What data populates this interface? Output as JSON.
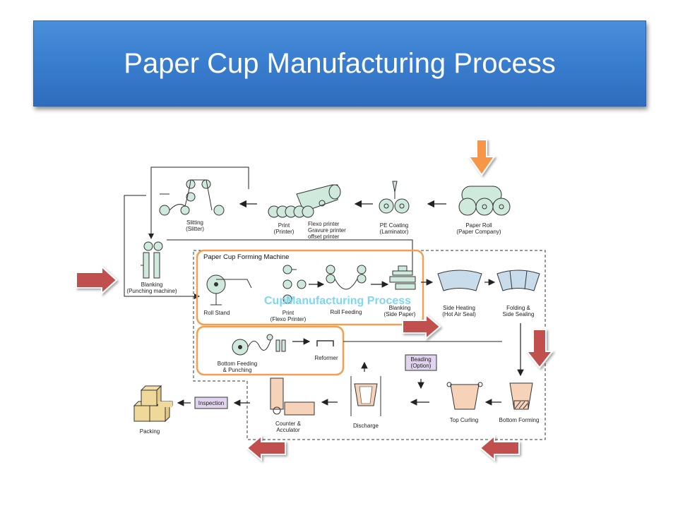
{
  "title": "Paper Cup Manufacturing Process",
  "overlay_text": "CupManufacturing Process",
  "forming_machine_label": "Paper Cup Forming Machine",
  "stages": {
    "paper_roll": [
      "Paper Roll",
      "(Paper Company)"
    ],
    "pe_coating": [
      "PE Coating",
      "(Laminator)"
    ],
    "print_printer": [
      "Print",
      "(Printer)"
    ],
    "printer_types": [
      "Flexo printer",
      "Gravure printer",
      "offset printer"
    ],
    "slitting": [
      "Slitting",
      "(Slitter)"
    ],
    "blanking_punch": [
      "Blanking",
      "(Punching machine)"
    ],
    "roll_stand": [
      "Roll Stand"
    ],
    "print_flexo": [
      "Print",
      "(Flexo Printer)"
    ],
    "roll_feeding": [
      "Roll Feeding"
    ],
    "blanking_side": [
      "Blanking",
      "(Side Paper)"
    ],
    "side_heating": [
      "Side Heating",
      "(Hot Air Seal)"
    ],
    "folding": [
      "Folding &",
      "Side Sealing"
    ],
    "bottom_feeding": [
      "Bottom Feeding",
      "& Punching"
    ],
    "reformer": [
      "Reformer"
    ],
    "beading": [
      "Beading",
      "(Option)"
    ],
    "top_curling": [
      "Top Curling"
    ],
    "bottom_forming": [
      "Bottom Forming"
    ],
    "discharge": [
      "Discharge"
    ],
    "counter": [
      "Counter &",
      "Acculator"
    ],
    "inspection": [
      "Inspection"
    ],
    "packing": [
      "Packing"
    ]
  },
  "colors": {
    "title_bg": "#3a7fd0",
    "machine_fill": "#cfe9dc",
    "orange_frame": "#f0a050",
    "red_arrow": "#c0504d",
    "orange_arrow": "#f79646",
    "purple_box": "#e0d4ee",
    "tan_fill": "#f6d2b8"
  }
}
